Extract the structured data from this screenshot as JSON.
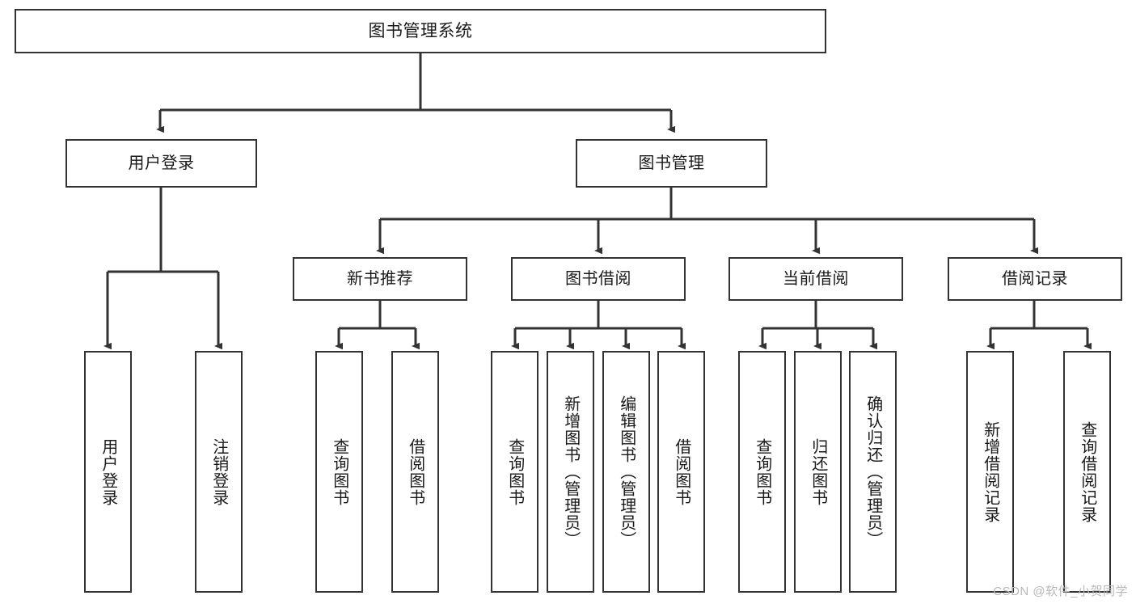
{
  "diagram": {
    "type": "tree",
    "title": "图书管理系统",
    "watermark": "CSDN @软件_小贺同学",
    "colors": {
      "background": "#ffffff",
      "box_border": "#333333",
      "box_fill": "#ffffff",
      "text": "#1a1a1a",
      "connector": "#333333",
      "watermark": "#b9b9b9"
    },
    "nodes": {
      "root": {
        "label": "图书管理系统",
        "orientation": "horizontal"
      },
      "user_login": {
        "label": "用户登录",
        "orientation": "horizontal"
      },
      "book_manage": {
        "label": "图书管理",
        "orientation": "horizontal"
      },
      "new_book_rec": {
        "label": "新书推荐",
        "orientation": "horizontal"
      },
      "book_borrow": {
        "label": "图书借阅",
        "orientation": "horizontal"
      },
      "current_borrow": {
        "label": "当前借阅",
        "orientation": "horizontal"
      },
      "borrow_record": {
        "label": "借阅记录",
        "orientation": "horizontal"
      },
      "leaf_user_login": {
        "label": "用户登录",
        "orientation": "vertical"
      },
      "leaf_logout": {
        "label": "注销登录",
        "orientation": "vertical"
      },
      "leaf_rec_query": {
        "label": "查询图书",
        "orientation": "vertical"
      },
      "leaf_rec_borrow": {
        "label": "借阅图书",
        "orientation": "vertical"
      },
      "leaf_borrow_query": {
        "label": "查询图书",
        "orientation": "vertical"
      },
      "leaf_borrow_add": {
        "label": "新增图书（管理员）",
        "orientation": "vertical"
      },
      "leaf_borrow_edit": {
        "label": "编辑图书（管理员）",
        "orientation": "vertical"
      },
      "leaf_borrow_do": {
        "label": "借阅图书",
        "orientation": "vertical"
      },
      "leaf_cur_query": {
        "label": "查询图书",
        "orientation": "vertical"
      },
      "leaf_cur_return": {
        "label": "归还图书",
        "orientation": "vertical"
      },
      "leaf_cur_confirm": {
        "label": "确认归还（管理员）",
        "orientation": "vertical"
      },
      "leaf_rec_add": {
        "label": "新增借阅记录",
        "orientation": "vertical"
      },
      "leaf_rec_search": {
        "label": "查询借阅记录",
        "orientation": "vertical"
      }
    },
    "edges": [
      {
        "from": "root",
        "to": "user_login"
      },
      {
        "from": "root",
        "to": "book_manage"
      },
      {
        "from": "user_login",
        "to": "leaf_user_login"
      },
      {
        "from": "user_login",
        "to": "leaf_logout"
      },
      {
        "from": "book_manage",
        "to": "new_book_rec"
      },
      {
        "from": "book_manage",
        "to": "book_borrow"
      },
      {
        "from": "book_manage",
        "to": "current_borrow"
      },
      {
        "from": "book_manage",
        "to": "borrow_record"
      },
      {
        "from": "new_book_rec",
        "to": "leaf_rec_query"
      },
      {
        "from": "new_book_rec",
        "to": "leaf_rec_borrow"
      },
      {
        "from": "book_borrow",
        "to": "leaf_borrow_query"
      },
      {
        "from": "book_borrow",
        "to": "leaf_borrow_add"
      },
      {
        "from": "book_borrow",
        "to": "leaf_borrow_edit"
      },
      {
        "from": "book_borrow",
        "to": "leaf_borrow_do"
      },
      {
        "from": "current_borrow",
        "to": "leaf_cur_query"
      },
      {
        "from": "current_borrow",
        "to": "leaf_cur_return"
      },
      {
        "from": "current_borrow",
        "to": "leaf_cur_confirm"
      },
      {
        "from": "borrow_record",
        "to": "leaf_rec_add"
      },
      {
        "from": "borrow_record",
        "to": "leaf_rec_search"
      }
    ]
  }
}
